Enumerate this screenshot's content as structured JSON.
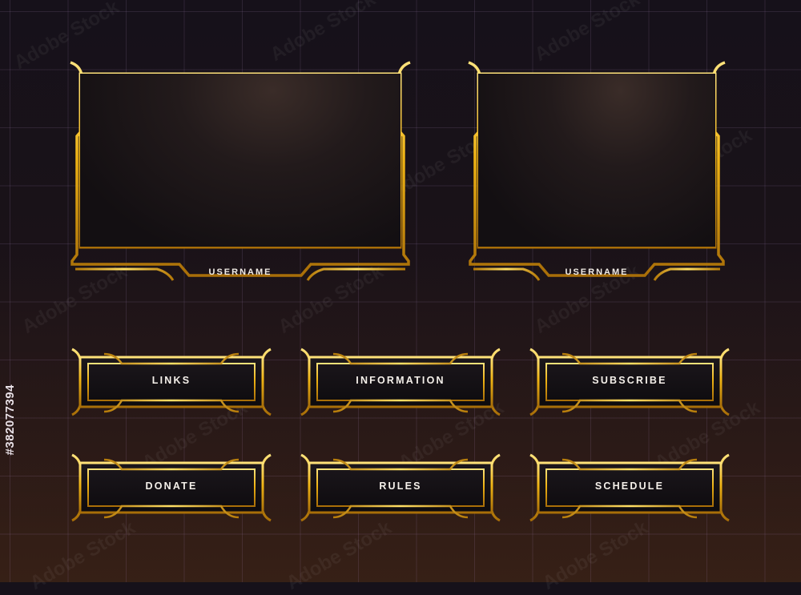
{
  "colors": {
    "gold": "#f0b414",
    "gold_light": "#ffd94a",
    "gold_dark": "#a86e08",
    "background": "#1a1218"
  },
  "webcams": [
    {
      "label": "USERNAME"
    },
    {
      "label": "USERNAME"
    }
  ],
  "panels": [
    {
      "label": "LINKS"
    },
    {
      "label": "INFORMATION"
    },
    {
      "label": "SUBSCRIBE"
    },
    {
      "label": "DONATE"
    },
    {
      "label": "RULES"
    },
    {
      "label": "SCHEDULE"
    }
  ],
  "stock_id": "#382077394",
  "watermark_text": "Adobe Stock"
}
